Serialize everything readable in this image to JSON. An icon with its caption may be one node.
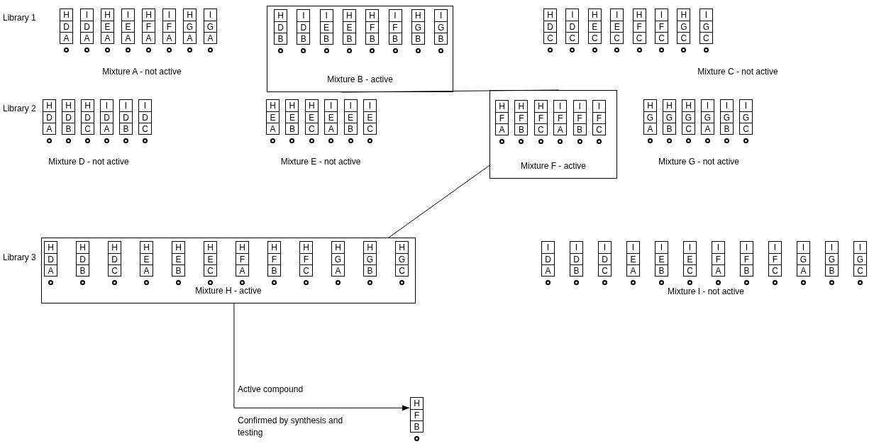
{
  "diagram": {
    "nodes": [
      {
        "text": [
          "H",
          "D",
          "A"
        ]
      },
      {
        "text": [
          "I",
          "D",
          "A"
        ]
      },
      {
        "text": [
          "H",
          "E",
          "A"
        ]
      },
      {
        "text": [
          "I",
          "E",
          "A"
        ]
      },
      {
        "text": [
          "H",
          "F",
          "A"
        ]
      },
      {
        "text": [
          "I",
          "F",
          "A"
        ]
      },
      {
        "text": [
          "H",
          "G",
          "A"
        ]
      },
      {
        "text": [
          "I",
          "G",
          "A"
        ]
      },
      {
        "text": [
          "Mixture B - active"
        ]
      },
      {
        "text": [
          "H",
          "D",
          "B"
        ],
        "in": 8
      },
      {
        "text": [
          "I",
          "D",
          "B"
        ],
        "in": 8
      },
      {
        "text": [
          "I",
          "E",
          "B"
        ],
        "in": 8
      },
      {
        "text": [
          "H",
          "E",
          "B"
        ],
        "in": 8
      },
      {
        "text": [
          "H",
          "F",
          "B"
        ],
        "in": 8
      },
      {
        "text": [
          "I",
          "F",
          "B"
        ],
        "in": 8
      },
      {
        "text": [
          "H",
          "G",
          "B"
        ],
        "in": 8
      },
      {
        "text": [
          "I",
          "G",
          "B"
        ],
        "in": 8
      },
      {
        "text": [
          "H",
          "D",
          "C"
        ]
      },
      {
        "text": [
          "I",
          "D",
          "C"
        ]
      },
      {
        "text": [
          "H",
          "E",
          "C"
        ]
      },
      {
        "text": [
          "I",
          "E",
          "C"
        ]
      },
      {
        "text": [
          "H",
          "F",
          "C"
        ]
      },
      {
        "text": [
          "I",
          "F",
          "C"
        ]
      },
      {
        "text": [
          "H",
          "G",
          "C"
        ]
      },
      {
        "text": [
          "I",
          "G",
          "C"
        ]
      },
      {
        "text": [
          "H",
          "D",
          "A"
        ]
      },
      {
        "text": [
          "H",
          "D",
          "B"
        ]
      },
      {
        "text": [
          "H",
          "D",
          "C"
        ]
      },
      {
        "text": [
          "I",
          "D",
          "A"
        ]
      },
      {
        "text": [
          "I",
          "D",
          "B"
        ]
      },
      {
        "text": [
          "I",
          "D",
          "C"
        ]
      },
      {
        "text": [
          "H",
          "E",
          "A"
        ]
      },
      {
        "text": [
          "H",
          "E",
          "B"
        ]
      },
      {
        "text": [
          "H",
          "E",
          "C"
        ]
      },
      {
        "text": [
          "I",
          "E",
          "A"
        ]
      },
      {
        "text": [
          "I",
          "E",
          "B"
        ]
      },
      {
        "text": [
          "I",
          "E",
          "C"
        ]
      },
      {
        "text": [
          "Mixture F - active"
        ]
      },
      {
        "text": [
          "H",
          "F",
          "A"
        ],
        "in": 37
      },
      {
        "text": [
          "H",
          "F",
          "B"
        ],
        "in": 37
      },
      {
        "text": [
          "H",
          "F",
          "C"
        ],
        "in": 37
      },
      {
        "text": [
          "I",
          "F",
          "A"
        ],
        "in": 37
      },
      {
        "text": [
          "I",
          "F",
          "B"
        ],
        "in": 37
      },
      {
        "text": [
          "I",
          "F",
          "C"
        ],
        "in": 37
      },
      {
        "text": [
          "H",
          "G",
          "A"
        ]
      },
      {
        "text": [
          "H",
          "G",
          "B"
        ]
      },
      {
        "text": [
          "H",
          "G",
          "C"
        ]
      },
      {
        "text": [
          "I",
          "G",
          "A"
        ]
      },
      {
        "text": [
          "I",
          "G",
          "B"
        ]
      },
      {
        "text": [
          "I",
          "G",
          "C"
        ]
      },
      {
        "text": [
          "Mixture H - active"
        ]
      },
      {
        "text": [
          "H",
          "D",
          "A"
        ],
        "in": 50
      },
      {
        "text": [
          "H",
          "D",
          "B"
        ],
        "in": 50
      },
      {
        "text": [
          "H",
          "D",
          "C"
        ],
        "in": 50
      },
      {
        "text": [
          "H",
          "E",
          "A"
        ],
        "in": 50
      },
      {
        "text": [
          "H",
          "E",
          "B"
        ],
        "in": 50
      },
      {
        "text": [
          "H",
          "E",
          "C"
        ],
        "in": 50
      },
      {
        "text": [
          "H",
          "F",
          "A"
        ],
        "in": 50
      },
      {
        "text": [
          "H",
          "F",
          "B"
        ],
        "in": 50
      },
      {
        "text": [
          "H",
          "F",
          "C"
        ],
        "in": 50
      },
      {
        "text": [
          "H",
          "G",
          "A"
        ],
        "in": 50
      },
      {
        "text": [
          "H",
          "G",
          "B"
        ],
        "in": 50
      },
      {
        "text": [
          "H",
          "G",
          "C"
        ],
        "in": 50
      },
      {
        "text": [
          "I",
          "D",
          "A"
        ]
      },
      {
        "text": [
          "I",
          "D",
          "B"
        ]
      },
      {
        "text": [
          "I",
          "D",
          "C"
        ]
      },
      {
        "text": [
          "I",
          "E",
          "A"
        ]
      },
      {
        "text": [
          "I",
          "E",
          "B"
        ]
      },
      {
        "text": [
          "I",
          "E",
          "C"
        ]
      },
      {
        "text": [
          "I",
          "F",
          "A"
        ]
      },
      {
        "text": [
          "I",
          "F",
          "B"
        ]
      },
      {
        "text": [
          "I",
          "F",
          "C"
        ]
      },
      {
        "text": [
          "I",
          "G",
          "A"
        ]
      },
      {
        "text": [
          "I",
          "G",
          "B"
        ]
      },
      {
        "text": [
          "I",
          "G",
          "C"
        ]
      },
      {
        "text": [
          "H",
          "F",
          "B"
        ]
      }
    ],
    "edges": [
      {
        "from": 8,
        "to": 37,
        "arrow": "none"
      },
      {
        "from": 37,
        "to": 50,
        "arrow": "none"
      },
      {
        "from": 50,
        "to": 75,
        "arrow": "to",
        "label": "Active compound"
      }
    ],
    "labels": [
      "Library 1",
      "Mixture A - not active",
      "Mixture C - not active",
      "Library 2",
      "Mixture D - not active",
      "Mixture E - not active",
      "Mixture G - not active",
      "Library 3",
      "Mixture I - not active",
      "Confirmed by synthesis and testing"
    ]
  }
}
